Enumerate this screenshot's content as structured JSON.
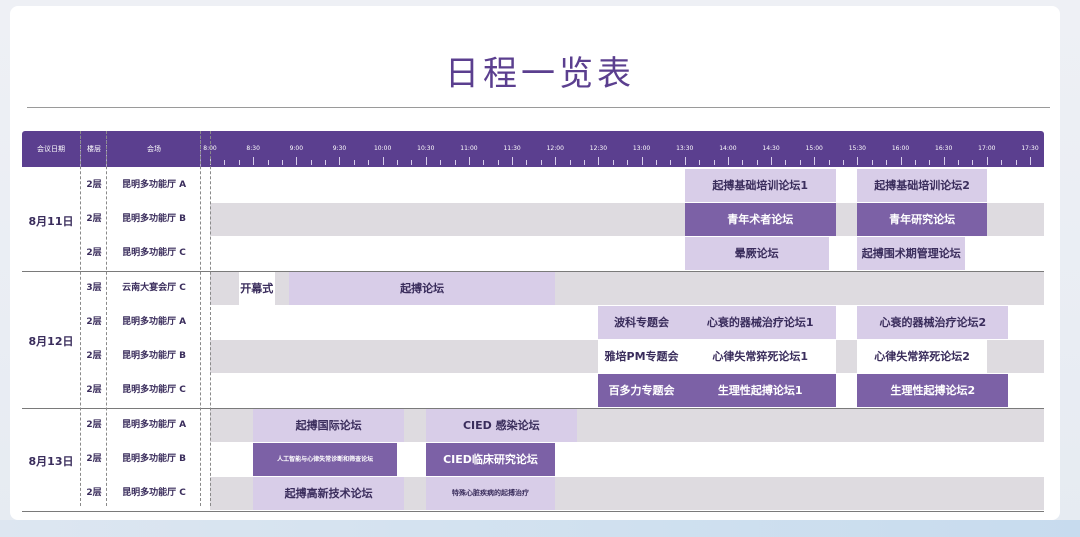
{
  "title": "日程一览表",
  "header": {
    "col_date": "会议日期",
    "col_floor": "楼层",
    "col_hall": "会场",
    "times": [
      "8:00",
      "8:30",
      "9:00",
      "9:30",
      "10:00",
      "10:30",
      "11:00",
      "11:30",
      "12:00",
      "12:30",
      "13:00",
      "13:30",
      "14:00",
      "14:30",
      "15:00",
      "15:30",
      "16:00",
      "16:30",
      "17:00",
      "17:30"
    ]
  },
  "days": [
    {
      "date": "8月11日",
      "rows": [
        {
          "floor": "2层",
          "hall": "昆明多功能厅 A",
          "sessions": [
            {
              "label": "起搏基础培训论坛1",
              "start": "13:30",
              "end": "15:15",
              "style": "light"
            },
            {
              "label": "起搏基础培训论坛2",
              "start": "15:30",
              "end": "17:00",
              "style": "light"
            }
          ]
        },
        {
          "floor": "2层",
          "hall": "昆明多功能厅 B",
          "sessions": [
            {
              "label": "青年术者论坛",
              "start": "13:30",
              "end": "15:15",
              "style": "dark"
            },
            {
              "label": "青年研究论坛",
              "start": "15:30",
              "end": "17:00",
              "style": "dark"
            }
          ]
        },
        {
          "floor": "2层",
          "hall": "昆明多功能厅 C",
          "sessions": [
            {
              "label": "晕厥论坛",
              "start": "13:30",
              "end": "15:10",
              "style": "light"
            },
            {
              "label": "起搏围术期管理论坛",
              "start": "15:30",
              "end": "16:45",
              "style": "light"
            }
          ]
        }
      ]
    },
    {
      "date": "8月12日",
      "rows": [
        {
          "floor": "3层",
          "hall": "云南大宴会厅 C",
          "sessions": [
            {
              "label": "开幕式",
              "start": "8:20",
              "end": "8:45",
              "style": "white"
            },
            {
              "label": "起搏论坛",
              "start": "8:55",
              "end": "12:00",
              "style": "light"
            }
          ]
        },
        {
          "floor": "2层",
          "hall": "昆明多功能厅 A",
          "sessions": [
            {
              "label": "波科专题会",
              "start": "12:30",
              "end": "13:30",
              "style": "light"
            },
            {
              "label": "心衰的器械治疗论坛1",
              "start": "13:30",
              "end": "15:15",
              "style": "light"
            },
            {
              "label": "心衰的器械治疗论坛2",
              "start": "15:30",
              "end": "17:15",
              "style": "light"
            }
          ]
        },
        {
          "floor": "2层",
          "hall": "昆明多功能厅 B",
          "sessions": [
            {
              "label": "雅培PM专题会",
              "start": "12:30",
              "end": "13:30",
              "style": "white"
            },
            {
              "label": "心律失常猝死论坛1",
              "start": "13:30",
              "end": "15:15",
              "style": "white"
            },
            {
              "label": "心律失常猝死论坛2",
              "start": "15:30",
              "end": "17:00",
              "style": "white"
            }
          ]
        },
        {
          "floor": "2层",
          "hall": "昆明多功能厅 C",
          "sessions": [
            {
              "label": "百多力专题会",
              "start": "12:30",
              "end": "13:30",
              "style": "dark"
            },
            {
              "label": "生理性起搏论坛1",
              "start": "13:30",
              "end": "15:15",
              "style": "dark"
            },
            {
              "label": "生理性起搏论坛2",
              "start": "15:30",
              "end": "17:15",
              "style": "dark"
            }
          ]
        }
      ]
    },
    {
      "date": "8月13日",
      "rows": [
        {
          "floor": "2层",
          "hall": "昆明多功能厅 A",
          "sessions": [
            {
              "label": "起搏国际论坛",
              "start": "8:30",
              "end": "10:15",
              "style": "light"
            },
            {
              "label": "CIED 感染论坛",
              "start": "10:30",
              "end": "12:15",
              "style": "light"
            }
          ]
        },
        {
          "floor": "2层",
          "hall": "昆明多功能厅 B",
          "sessions": [
            {
              "label": "人工智能与心律失常诊断和筛查论坛",
              "start": "8:30",
              "end": "10:10",
              "style": "dark",
              "size": "xsmall"
            },
            {
              "label": "CIED临床研究论坛",
              "start": "10:30",
              "end": "12:00",
              "style": "dark"
            }
          ]
        },
        {
          "floor": "2层",
          "hall": "昆明多功能厅 C",
          "sessions": [
            {
              "label": "起搏高新技术论坛",
              "start": "8:30",
              "end": "10:15",
              "style": "light"
            },
            {
              "label": "特殊心脏疾病的起搏治疗",
              "start": "10:30",
              "end": "12:00",
              "style": "light",
              "size": "small"
            }
          ]
        }
      ]
    }
  ]
}
